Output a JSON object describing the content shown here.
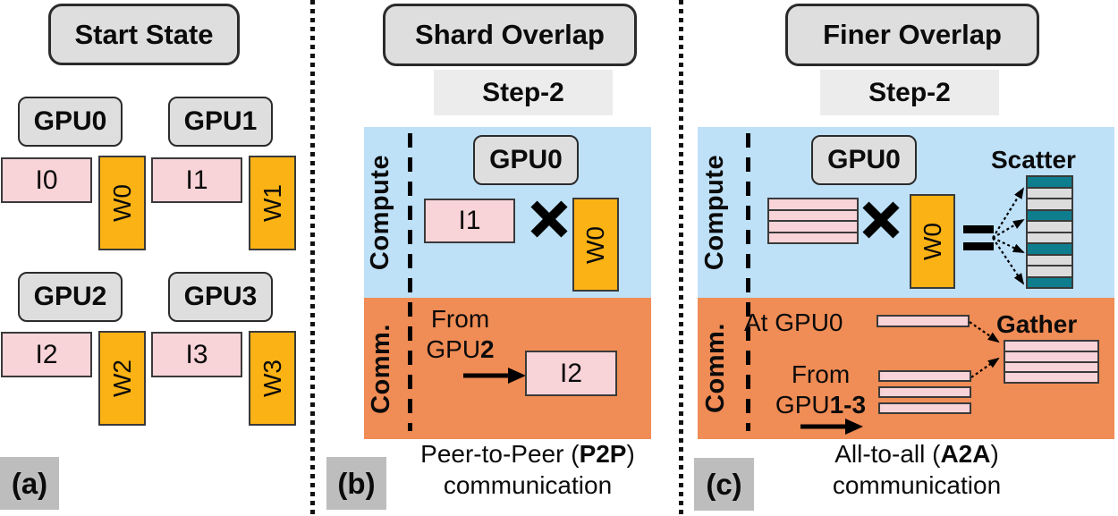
{
  "figure": {
    "kind": "gpu-overlap-diagram",
    "colors": {
      "compute_bg": "#bee1f8",
      "comm_bg": "#f08c55",
      "input_pink": "#f8d3d8",
      "weight_yellow": "#fbb214",
      "scatter_teal": "#0e7e8e",
      "scatter_gray": "#dcdcdc",
      "pill_gray": "#dedede",
      "banner_gray": "#ececec",
      "label_gray": "#bdbdbd"
    }
  },
  "panel_a": {
    "label": "(a)",
    "title_bold": "Start",
    "title_rest": " State",
    "gpus": [
      {
        "name": "GPU0",
        "input": "I0",
        "weight": "W0"
      },
      {
        "name": "GPU1",
        "input": "I1",
        "weight": "W1"
      },
      {
        "name": "GPU2",
        "input": "I2",
        "weight": "W2"
      },
      {
        "name": "GPU3",
        "input": "I3",
        "weight": "W3"
      }
    ]
  },
  "panel_b": {
    "label": "(b)",
    "title": "Shard Overlap",
    "step": "Step-2",
    "compute_label": "Compute",
    "comm_label": "Comm.",
    "gpu": "GPU0",
    "input": "I1",
    "weight": "W0",
    "multiply_icon": "multiply-cross",
    "from_line1": "From",
    "from_line2_pre": "GPU",
    "from_line2_bold": "2",
    "recv_input": "I2",
    "caption_pre": "Peer-to-Peer (",
    "caption_bold": "P2P",
    "caption_post": ")",
    "caption_line2": "communication"
  },
  "panel_c": {
    "label": "(c)",
    "title": "Finer Overlap",
    "step": "Step-2",
    "compute_label": "Compute",
    "comm_label": "Comm.",
    "gpu": "GPU0",
    "weight": "W0",
    "multiply_icon": "multiply-cross",
    "equals_icon": "equals",
    "scatter_label": "Scatter",
    "gather_label": "Gather",
    "at_gpu0": "At GPU0",
    "from_line1": "From",
    "from_line2_pre": "GPU",
    "from_line2_bold": "1-3",
    "scatter_stack_pattern": [
      "teal",
      "gray",
      "gray",
      "teal",
      "gray",
      "gray",
      "teal",
      "gray",
      "gray",
      "teal"
    ],
    "caption_pre": "All-to-all (",
    "caption_bold": "A2A",
    "caption_post": ")",
    "caption_line2": "communication"
  }
}
